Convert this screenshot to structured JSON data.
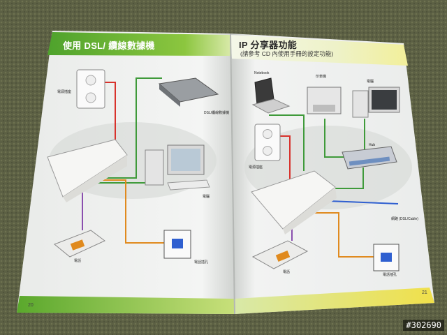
{
  "left_page": {
    "header": "使用 DSL/ 纜線數據機",
    "labels": {
      "outlet": "電源插座",
      "modem": "DSL/纜線數據機",
      "pc": "電腦",
      "phone": "電話",
      "jack": "電話插孔"
    },
    "page_number": "20"
  },
  "right_page": {
    "header": "IP 分享器功能",
    "subheader": "(請參考 CD 內使用手冊的設定功能)",
    "labels": {
      "notebook": "Notebook",
      "printer": "印表機",
      "pc": "電腦",
      "outlet": "電源插座",
      "hub": "Hub",
      "wan": "網路 (DSL/Cable)",
      "phone": "電話",
      "jack": "電話插孔"
    },
    "page_number": "21"
  },
  "watermark": "#302690",
  "colors": {
    "carpet": "#5f6345",
    "header_green": "#6ab43a",
    "cable_red": "#d8322c",
    "cable_green": "#3f9a3a",
    "cable_orange": "#e08a1e",
    "cable_purple": "#8a4fae",
    "cable_blue": "#2f5fd0"
  }
}
